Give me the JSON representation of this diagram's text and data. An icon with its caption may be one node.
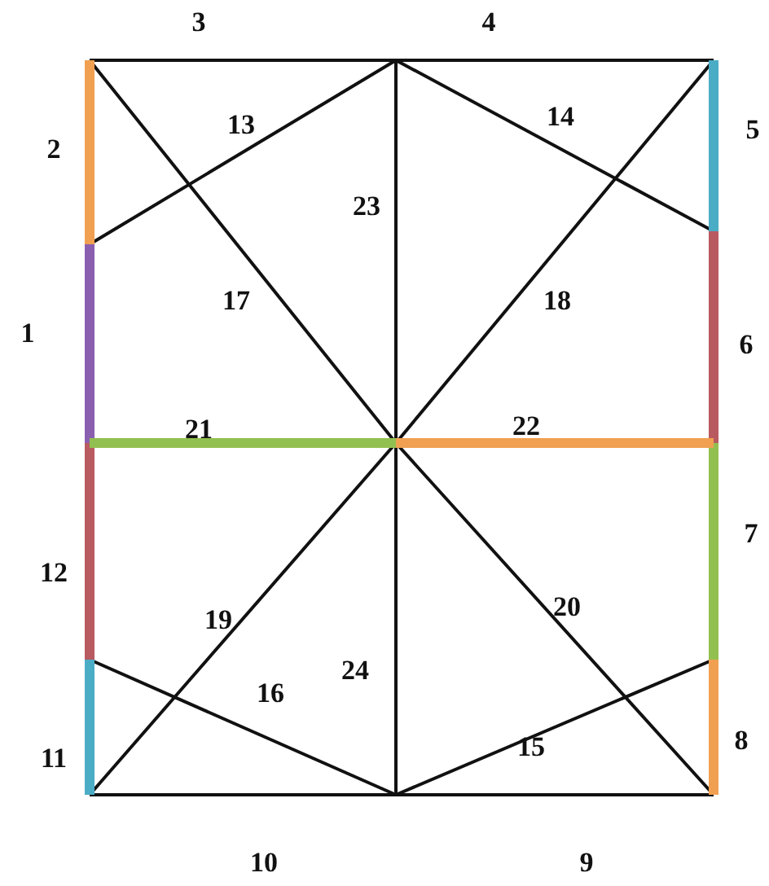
{
  "diagram": {
    "labels": [
      "3",
      "4",
      "2",
      "13",
      "14",
      "5",
      "23",
      "1",
      "17",
      "18",
      "6",
      "21",
      "22",
      "7",
      "12",
      "19",
      "20",
      "24",
      "11",
      "16",
      "15",
      "8",
      "10",
      "9"
    ]
  }
}
